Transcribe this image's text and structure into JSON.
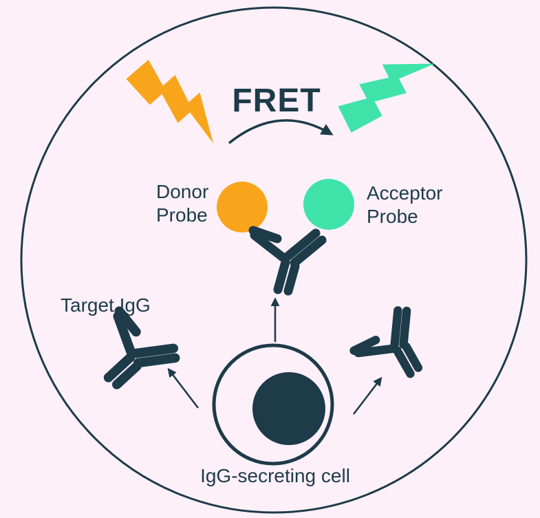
{
  "title": "FRET",
  "colors": {
    "background": "#fdf0f9",
    "ink": "#1d3b49",
    "donor": "#f9a51c",
    "acceptor": "#3fe3aa"
  },
  "labels": {
    "donor_line1": "Donor",
    "donor_line2": "Probe",
    "acceptor_line1": "Acceptor",
    "acceptor_line2": "Probe",
    "target_igg": "Target IgG",
    "secreting_cell": "IgG-secreting cell"
  },
  "icons": {
    "excitation": "lightning-bolt-icon",
    "emission": "lightning-bolt-icon",
    "energy_transfer": "curved-arrow-icon",
    "donor_probe": "orange-circle-probe",
    "acceptor_probe": "mint-circle-probe",
    "antibody": "y-shaped-antibody-icon",
    "cell": "cell-with-nucleus-icon"
  }
}
